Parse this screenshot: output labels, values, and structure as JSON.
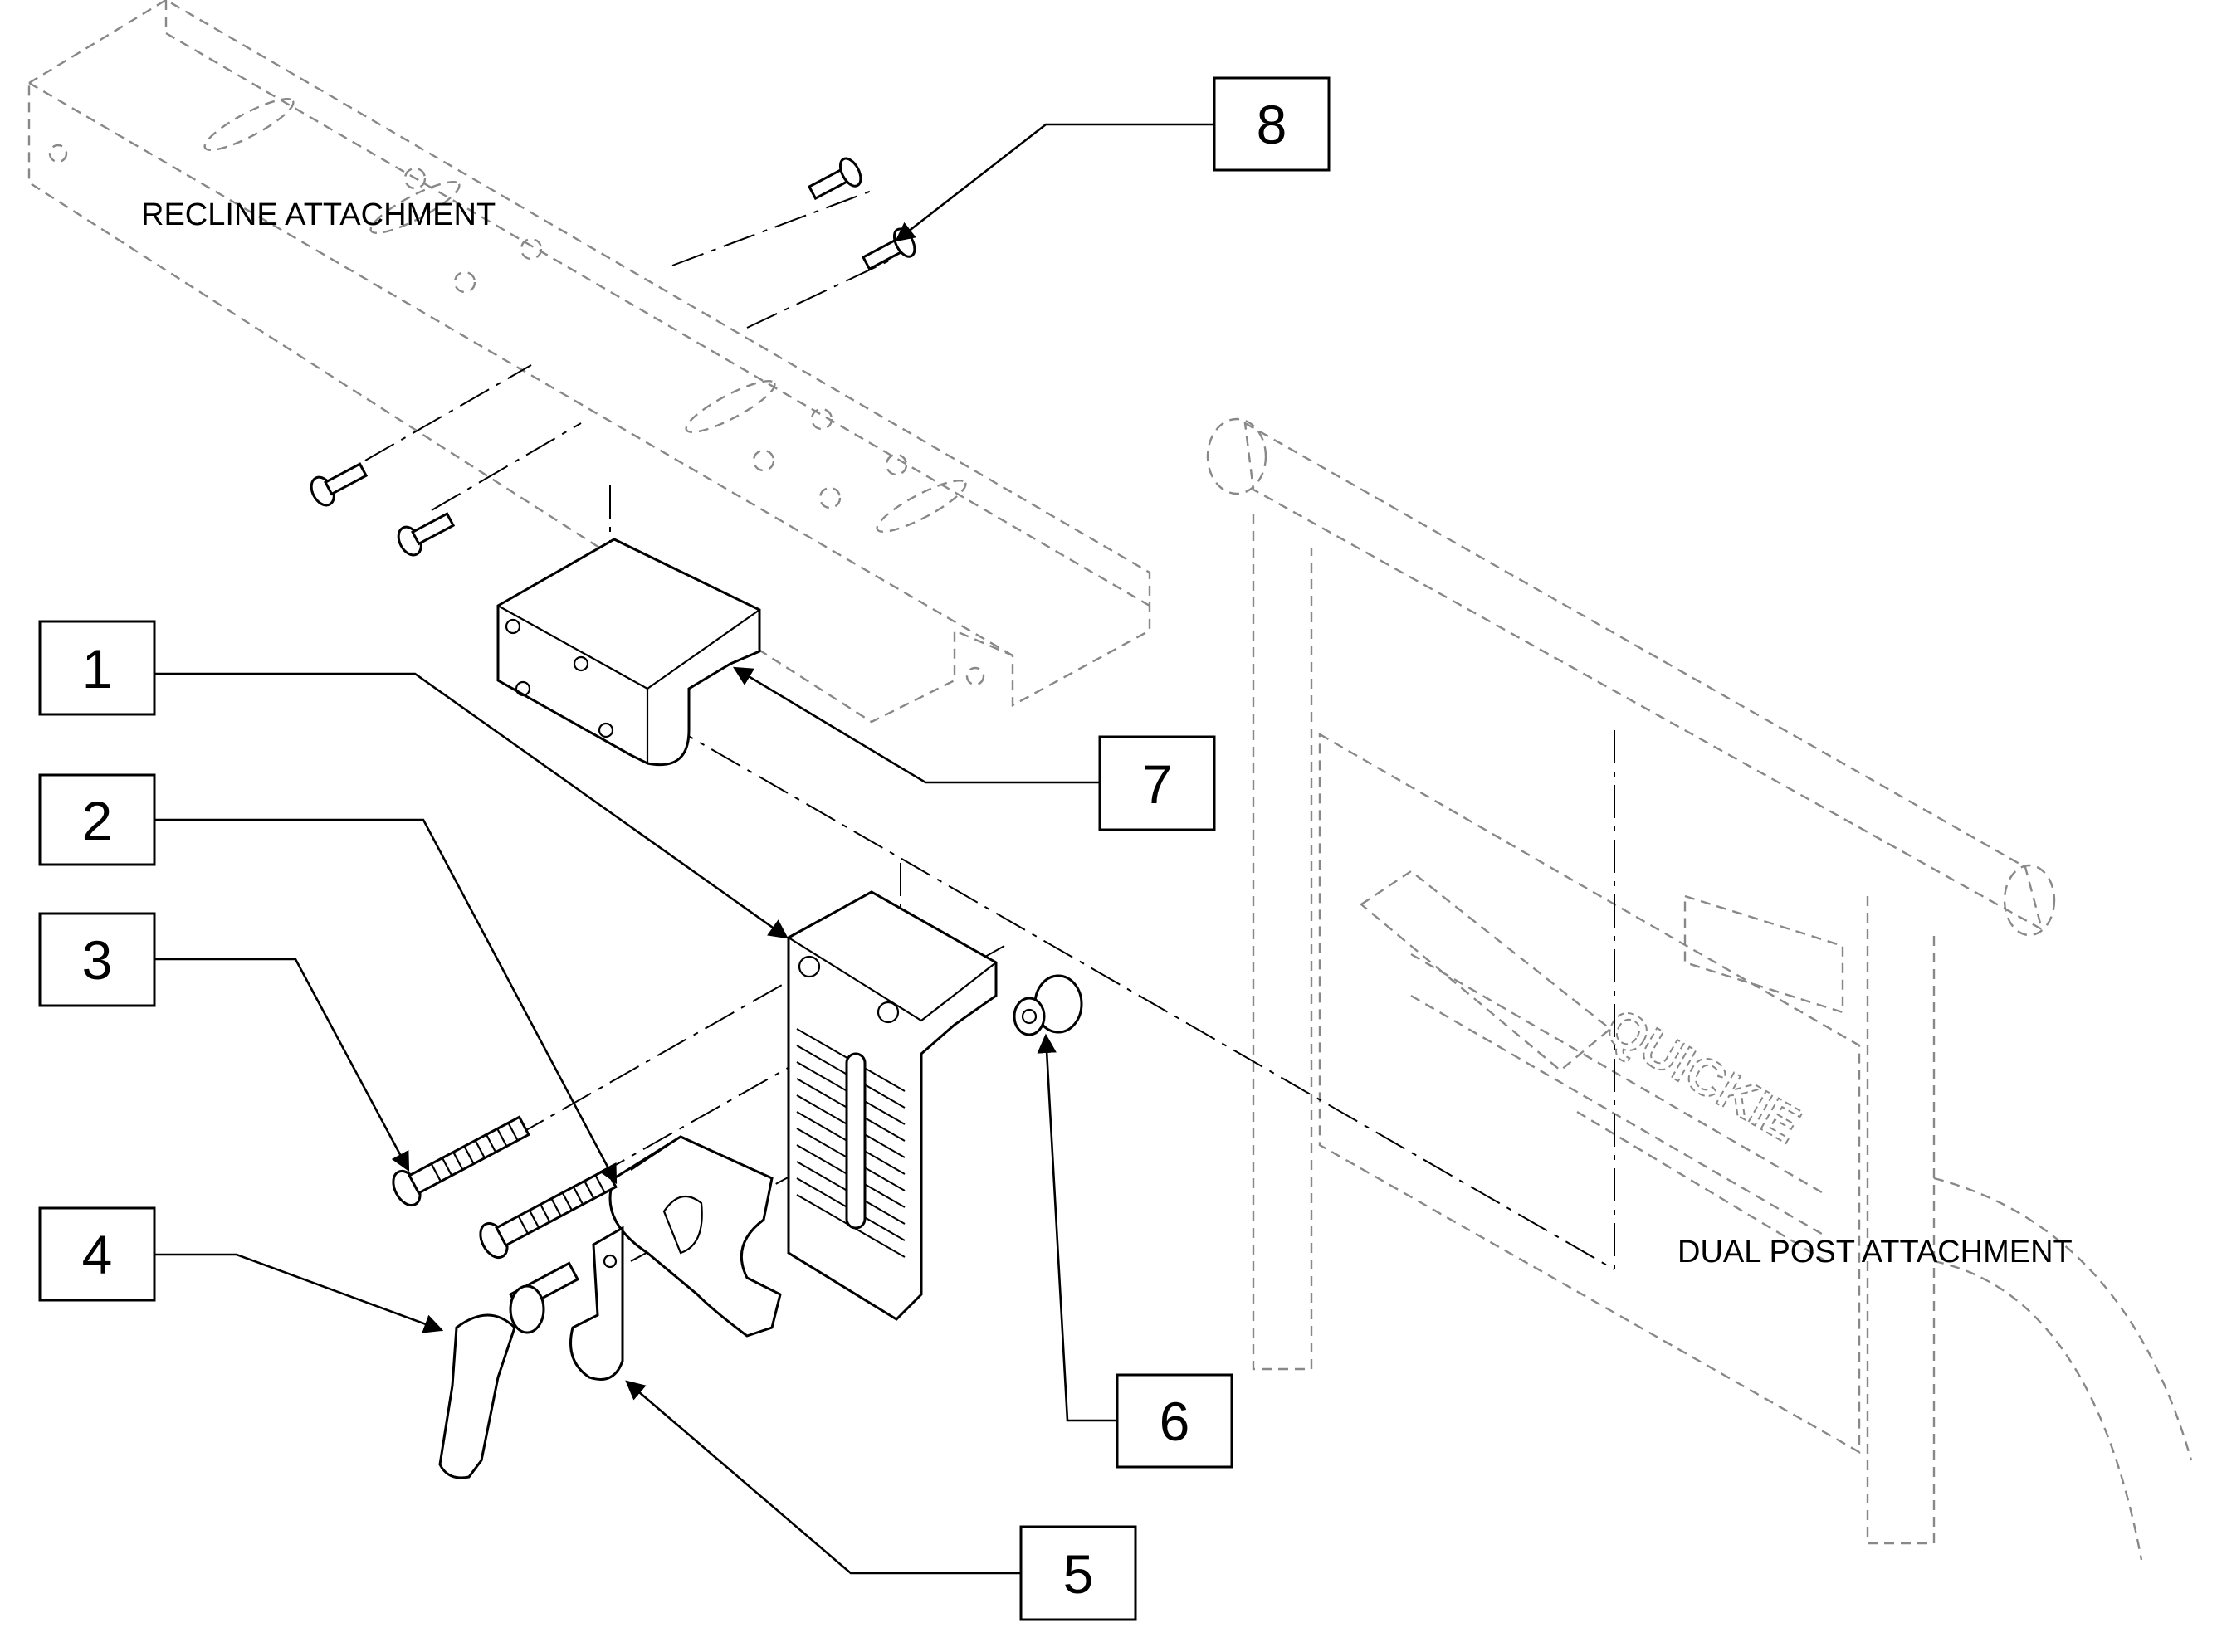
{
  "labels": {
    "recline_attachment": "RECLINE ATTACHMENT",
    "dual_post_attachment": "DUAL POST ATTACHMENT",
    "brand_lettering": "QUICKIE"
  },
  "callouts": [
    {
      "id": "callout-1",
      "number": "1"
    },
    {
      "id": "callout-2",
      "number": "2"
    },
    {
      "id": "callout-3",
      "number": "3"
    },
    {
      "id": "callout-4",
      "number": "4"
    },
    {
      "id": "callout-5",
      "number": "5"
    },
    {
      "id": "callout-6",
      "number": "6"
    },
    {
      "id": "callout-7",
      "number": "7"
    },
    {
      "id": "callout-8",
      "number": "8"
    }
  ]
}
